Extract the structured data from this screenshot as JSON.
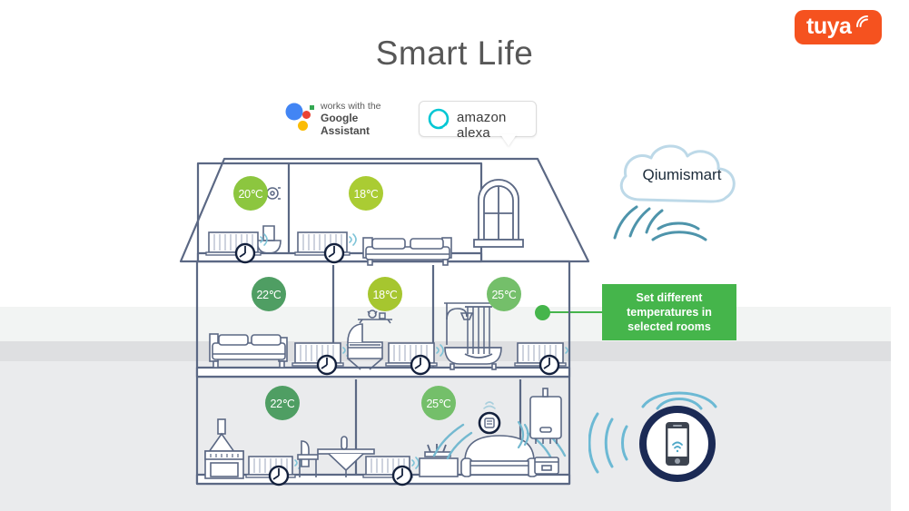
{
  "page": {
    "title": "Smart Life",
    "background_bands": [
      "#f2f4f3",
      "#dedfe1",
      "#eaebed"
    ]
  },
  "brand": {
    "logo_text": "tuya",
    "logo_bg": "#f5521f",
    "logo_icon": "wifi-arc-icon"
  },
  "assistants": [
    {
      "id": "google",
      "line1": "works with the",
      "line2": "Google Assistant",
      "icon": "google-assistant-dots-icon",
      "dot_colors": [
        "#4285f4",
        "#ea4335",
        "#34a853",
        "#fbbc05"
      ]
    },
    {
      "id": "alexa",
      "label": "amazon alexa",
      "icon": "alexa-ring-icon",
      "ring_color": "#00c7d4"
    }
  ],
  "cloud": {
    "label": "Qiumismart",
    "outline_color": "#bdd9e8",
    "signal_color": "#4e94ab"
  },
  "callout": {
    "text": "Set different temperatures in selected rooms",
    "bg": "#45b54b",
    "text_color": "#ffffff"
  },
  "house": {
    "outline_color": "#5b6884",
    "floors": [
      {
        "name": "attic",
        "rooms": [
          {
            "name": "attic-bathroom",
            "temp": "20℃",
            "temp_color": "#8cc63f",
            "items": [
              "radiator",
              "thermostat-valve",
              "toilet",
              "toilet-roll"
            ]
          },
          {
            "name": "attic-bedroom",
            "temp": "18℃",
            "temp_color": "#aacc33",
            "items": [
              "radiator",
              "thermostat-valve",
              "double-bed"
            ]
          },
          {
            "name": "attic-window-area",
            "temp": null,
            "items": [
              "arched-window"
            ]
          }
        ]
      },
      {
        "name": "middle-floor",
        "rooms": [
          {
            "name": "master-bedroom",
            "temp": "22℃",
            "temp_color": "#4f9e63",
            "items": [
              "double-bed",
              "radiator",
              "thermostat-valve"
            ]
          },
          {
            "name": "nursery",
            "temp": "18℃",
            "temp_color": "#a6c62f",
            "items": [
              "crib",
              "wall-shelf",
              "radiator",
              "thermostat-valve"
            ]
          },
          {
            "name": "bathroom",
            "temp": "25℃",
            "temp_color": "#74bf6a",
            "items": [
              "bathtub",
              "shower",
              "towel-rail",
              "radiator",
              "thermostat-valve"
            ]
          }
        ]
      },
      {
        "name": "ground-floor",
        "rooms": [
          {
            "name": "kitchen",
            "temp": "22℃",
            "temp_color": "#4f9e63",
            "items": [
              "cooker",
              "range-hood",
              "dining-table",
              "chair",
              "radiator",
              "thermostat-valve"
            ]
          },
          {
            "name": "living-room",
            "temp": "25℃",
            "temp_color": "#74bf6a",
            "items": [
              "sofa",
              "coffee-table",
              "wall-thermostat",
              "radiator",
              "thermostat-valve"
            ]
          },
          {
            "name": "utility-room",
            "temp": null,
            "items": [
              "boiler",
              "control-box"
            ]
          }
        ]
      }
    ]
  },
  "hub": {
    "name": "smartphone-hub",
    "ring_color": "#1b2a55",
    "signal_color": "#59b4cf",
    "device_icon": "smartphone-wifi-icon"
  }
}
